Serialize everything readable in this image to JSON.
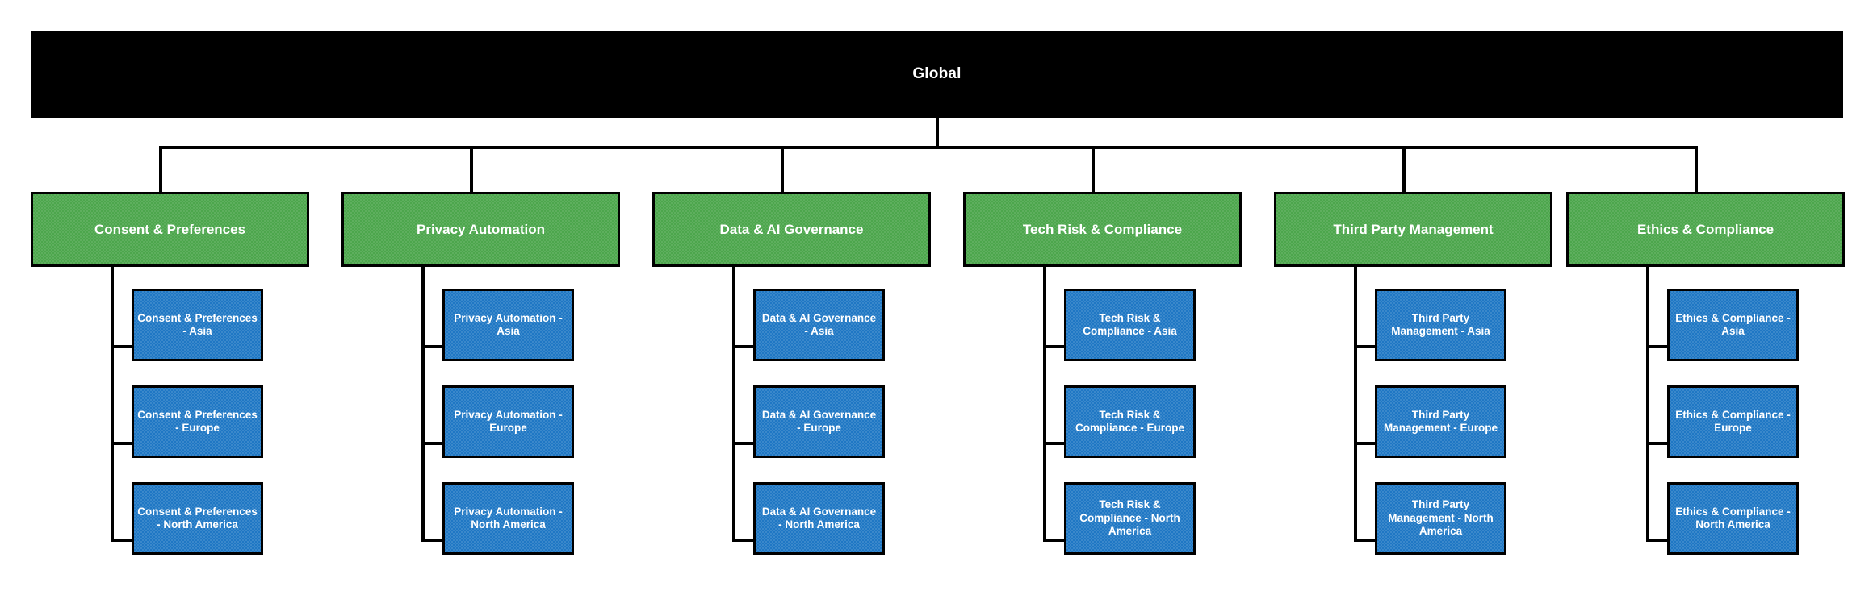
{
  "diagram": {
    "title": "Global",
    "type": "org-hierarchy-tree",
    "levels": 3,
    "colors": {
      "root_fill": "#000000",
      "root_text": "#ffffff",
      "department_fill": "#4ca64c",
      "department_text": "#ffffff",
      "region_fill": "#1f77c4",
      "region_text": "#ffffff",
      "connector": "#000000",
      "border": "#000000",
      "background": "#ffffff"
    }
  },
  "root": {
    "label": "Global"
  },
  "departments": [
    {
      "label": "Consent & Preferences",
      "regions": [
        {
          "label": "Consent & Preferences - Asia"
        },
        {
          "label": "Consent & Preferences - Europe"
        },
        {
          "label": "Consent & Preferences - North America"
        }
      ]
    },
    {
      "label": "Privacy Automation",
      "regions": [
        {
          "label": "Privacy Automation - Asia"
        },
        {
          "label": "Privacy Automation - Europe"
        },
        {
          "label": "Privacy Automation - North America"
        }
      ]
    },
    {
      "label": "Data & AI Governance",
      "regions": [
        {
          "label": "Data & AI Governance - Asia"
        },
        {
          "label": "Data & AI Governance - Europe"
        },
        {
          "label": "Data & AI Governance - North America"
        }
      ]
    },
    {
      "label": "Tech Risk & Compliance",
      "regions": [
        {
          "label": "Tech Risk & Compliance - Asia"
        },
        {
          "label": "Tech Risk & Compliance - Europe"
        },
        {
          "label": "Tech Risk & Compliance - North America"
        }
      ]
    },
    {
      "label": "Third Party Management",
      "regions": [
        {
          "label": "Third Party Management - Asia"
        },
        {
          "label": "Third Party Management - Europe"
        },
        {
          "label": "Third Party Management - North America"
        }
      ]
    },
    {
      "label": "Ethics & Compliance",
      "regions": [
        {
          "label": "Ethics & Compliance - Asia"
        },
        {
          "label": "Ethics & Compliance - Europe"
        },
        {
          "label": "Ethics & Compliance - North America"
        }
      ]
    }
  ]
}
